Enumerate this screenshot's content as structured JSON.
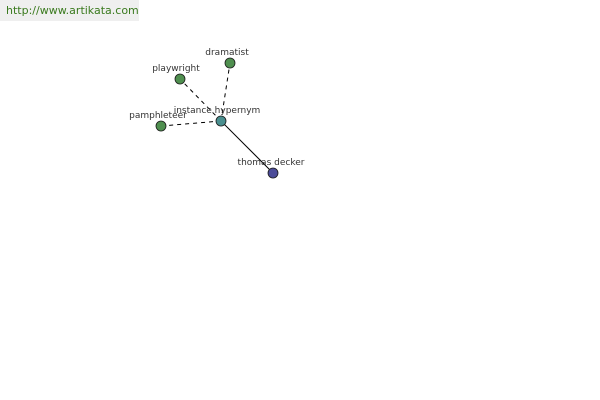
{
  "banner": {
    "url": "http://www.artikata.com"
  },
  "graph": {
    "colors": {
      "leaf": "#4f8f4f",
      "hub": "#4a8f8f",
      "target": "#4c4c99",
      "edge": "#000000",
      "node_stroke": "#1a1a1a"
    },
    "nodes": [
      {
        "id": "dramatist",
        "label": "dramatist",
        "role": "leaf"
      },
      {
        "id": "playwright",
        "label": "playwright",
        "role": "leaf"
      },
      {
        "id": "pamphleteer",
        "label": "pamphleteer",
        "role": "leaf"
      },
      {
        "id": "hub",
        "label": "instance hypernym",
        "role": "hub"
      },
      {
        "id": "thomas",
        "label": "thomas decker",
        "role": "target"
      }
    ],
    "edges": [
      {
        "from": "hub",
        "to": "dramatist",
        "style": "dashed"
      },
      {
        "from": "hub",
        "to": "playwright",
        "style": "dashed"
      },
      {
        "from": "hub",
        "to": "pamphleteer",
        "style": "dashed"
      },
      {
        "from": "hub",
        "to": "thomas",
        "style": "solid"
      }
    ]
  }
}
